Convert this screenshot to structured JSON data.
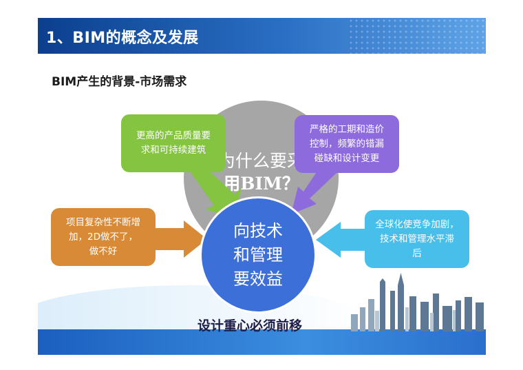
{
  "header": {
    "title": "1、BIM的概念及发展"
  },
  "subtitle": "BIM产生的背景-市场需求",
  "center": {
    "question_line1": "为什么要采",
    "question_line2": "用BIM？",
    "core_line1": "向技术",
    "core_line2": "和管理",
    "core_line3": "要效益"
  },
  "boxes": {
    "green": {
      "line1": "更高的产品质量要",
      "line2": "求和可持续建筑"
    },
    "purple": {
      "line1": "严格的工期和造价",
      "line2": "控制，频繁的错漏",
      "line3": "碰缺和设计变更"
    },
    "orange": {
      "line1": "项目复杂性不断增",
      "line2": "加，2D做不了，",
      "line3": "做不好"
    },
    "cyan": {
      "line1": "全球化使竞争加剧，",
      "line2": "技术和管理水平滞",
      "line3": "后"
    }
  },
  "footer": {
    "caption": "设计重心必须前移"
  },
  "colors": {
    "title_bar": "#1f5cb5",
    "green": "#84c441",
    "purple": "#8e6bdc",
    "orange": "#d98a36",
    "cyan": "#48bfea",
    "core_circle": "#3d6fd8",
    "back_circle": "#a6a6a6"
  }
}
